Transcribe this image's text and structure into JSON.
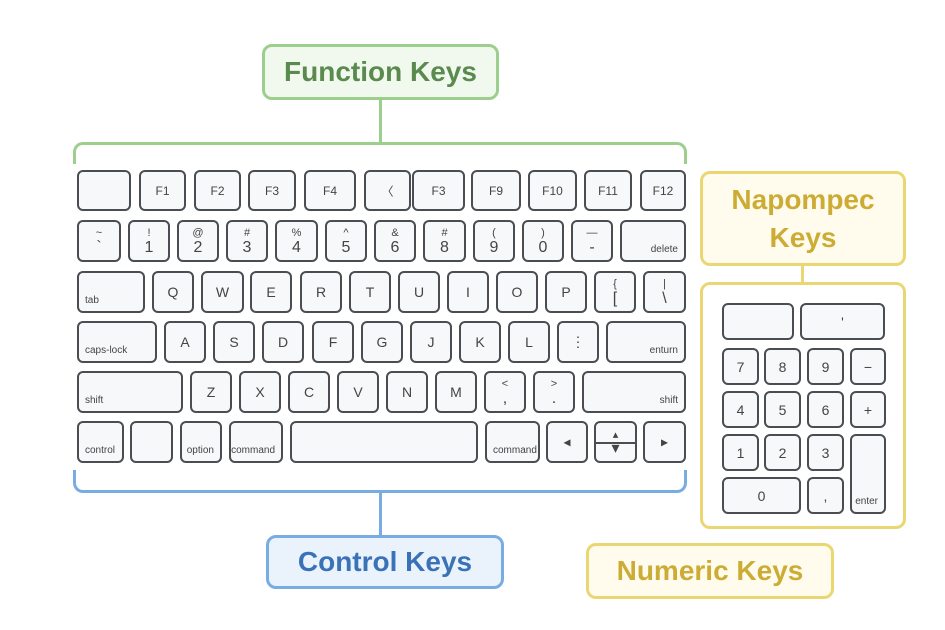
{
  "labels": {
    "function": "Function Keys",
    "napompec": "Napompec Keys",
    "control": "Control Keys",
    "numeric": "Numeric Keys"
  },
  "colors": {
    "function": "#9ccf8e",
    "navigation": "#ead774",
    "control": "#78ace3",
    "numeric": "#ead774"
  },
  "keyboard": {
    "rows": [
      [
        {
          "c": ""
        },
        {
          "c": "F1"
        },
        {
          "c": "F2"
        },
        {
          "c": "F3"
        },
        {
          "c": "F4"
        },
        {
          "c": "〈"
        },
        {
          "c": "F3"
        },
        {
          "c": "F9"
        },
        {
          "c": "F10"
        },
        {
          "c": "F11"
        },
        {
          "c": "F12"
        }
      ],
      [
        {
          "t": "~",
          "b": "`"
        },
        {
          "t": "!",
          "b": "1"
        },
        {
          "t": "@",
          "b": "2"
        },
        {
          "t": "#",
          "b": "3"
        },
        {
          "t": "%",
          "b": "4"
        },
        {
          "t": "^",
          "b": "5"
        },
        {
          "t": "&",
          "b": "6"
        },
        {
          "t": "#",
          "b": "8"
        },
        {
          "t": "(",
          "b": "9"
        },
        {
          "t": ")",
          "b": "0"
        },
        {
          "t": "—",
          "b": "-"
        },
        {
          "br": "delete"
        }
      ],
      [
        {
          "bl": "tab"
        },
        {
          "c": "Q"
        },
        {
          "c": "W"
        },
        {
          "c": "E"
        },
        {
          "c": "R"
        },
        {
          "c": "T"
        },
        {
          "c": "U"
        },
        {
          "c": "I"
        },
        {
          "c": "O"
        },
        {
          "c": "P"
        },
        {
          "t": "{",
          "b": "["
        },
        {
          "t": "|",
          "b": "\\"
        }
      ],
      [
        {
          "bl": "caps-lock"
        },
        {
          "c": "A"
        },
        {
          "c": "S"
        },
        {
          "c": "D"
        },
        {
          "c": "F"
        },
        {
          "c": "G"
        },
        {
          "c": "J"
        },
        {
          "c": "K"
        },
        {
          "c": "L"
        },
        {
          "c": "⋮"
        },
        {
          "br": "enturn"
        }
      ],
      [
        {
          "bl": "shift"
        },
        {
          "c": "Z"
        },
        {
          "c": "X"
        },
        {
          "c": "C"
        },
        {
          "c": "V"
        },
        {
          "c": "N"
        },
        {
          "c": "M"
        },
        {
          "t": "<",
          "b": ","
        },
        {
          "t": ">",
          "b": "."
        },
        {
          "br": "shift"
        }
      ],
      [
        {
          "bl": "control"
        },
        {
          "c": ""
        },
        {
          "br": "option"
        },
        {
          "br": "command"
        },
        {
          "c": ""
        },
        {
          "bl": "command"
        },
        {
          "c": "◂"
        },
        {
          "t": "▴",
          "b": "▾"
        },
        {
          "c": "▸"
        }
      ]
    ]
  },
  "numpad": {
    "keys": [
      {
        "c": ""
      },
      {
        "c": "'"
      },
      {
        "c": "7"
      },
      {
        "c": "8"
      },
      {
        "c": "9"
      },
      {
        "c": "−"
      },
      {
        "c": "4"
      },
      {
        "c": "5"
      },
      {
        "c": "6"
      },
      {
        "c": "+"
      },
      {
        "c": "1"
      },
      {
        "c": "2"
      },
      {
        "c": "3"
      },
      {
        "br": "enter"
      },
      {
        "c": "0"
      },
      {
        "c": ","
      }
    ]
  }
}
